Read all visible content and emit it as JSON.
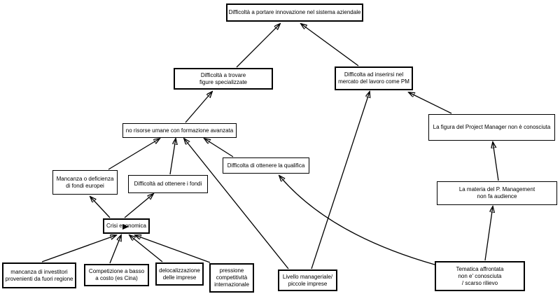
{
  "diagram": {
    "colors": {
      "background": "#ffffff",
      "box_fill": "#ffffff",
      "box_border": "#000000",
      "line": "#000000",
      "text": "#000000"
    },
    "nodes": [
      {
        "id": "n1",
        "label": "Difficoltà a portare innovazione nel sistema aziendale"
      },
      {
        "id": "n2",
        "label": "Difficoltà a trovare\nfigure specializzate"
      },
      {
        "id": "n3",
        "label": "Difficolta ad inserirsi nel\nmercato del lavoro come PM"
      },
      {
        "id": "n4",
        "label": "no risorse umane con formazione avanzata"
      },
      {
        "id": "n5",
        "label": "La figura del Project Manager non è conosciuta"
      },
      {
        "id": "n6",
        "label": "Difficolta di ottenere la qualifica"
      },
      {
        "id": "n7",
        "label": "Mancanza o deficienza\ndi fondi europei"
      },
      {
        "id": "n8",
        "label": "Difficoltà ad ottenere i fondi"
      },
      {
        "id": "n9",
        "label": "La materia del P. Management\nnon fa audience"
      },
      {
        "id": "n10",
        "label": "Crisi economica"
      },
      {
        "id": "n11",
        "label": "mancanza di investitori\nprovenienti da fuori regione"
      },
      {
        "id": "n12",
        "label": "Competizione a basso\na costo (es Cina)"
      },
      {
        "id": "n13",
        "label": "delocalizzazione\ndelle imprese"
      },
      {
        "id": "n14",
        "label": "pressione\ncompetitività\ninternazionale"
      },
      {
        "id": "n15",
        "label": "Livello manageriale/\npiccole imprese"
      },
      {
        "id": "n16",
        "label": "Tematica affrontata\nnon e' conosciuta\n/ scarso rilievo"
      }
    ],
    "edges": [
      {
        "from": "n2",
        "to": "n1"
      },
      {
        "from": "n3",
        "to": "n1"
      },
      {
        "from": "n4",
        "to": "n2"
      },
      {
        "from": "n5",
        "to": "n3"
      },
      {
        "from": "n15",
        "to": "n3"
      },
      {
        "from": "n7",
        "to": "n4"
      },
      {
        "from": "n8",
        "to": "n4"
      },
      {
        "from": "n15",
        "to": "n4"
      },
      {
        "from": "n6",
        "to": "n4"
      },
      {
        "from": "n16",
        "to": "n6"
      },
      {
        "from": "n10",
        "to": "n7"
      },
      {
        "from": "n10",
        "to": "n8"
      },
      {
        "from": "n11",
        "to": "n10"
      },
      {
        "from": "n12",
        "to": "n10"
      },
      {
        "from": "n13",
        "to": "n10"
      },
      {
        "from": "n14",
        "to": "n10"
      },
      {
        "from": "n16",
        "to": "n9"
      },
      {
        "from": "n9",
        "to": "n5"
      }
    ]
  }
}
